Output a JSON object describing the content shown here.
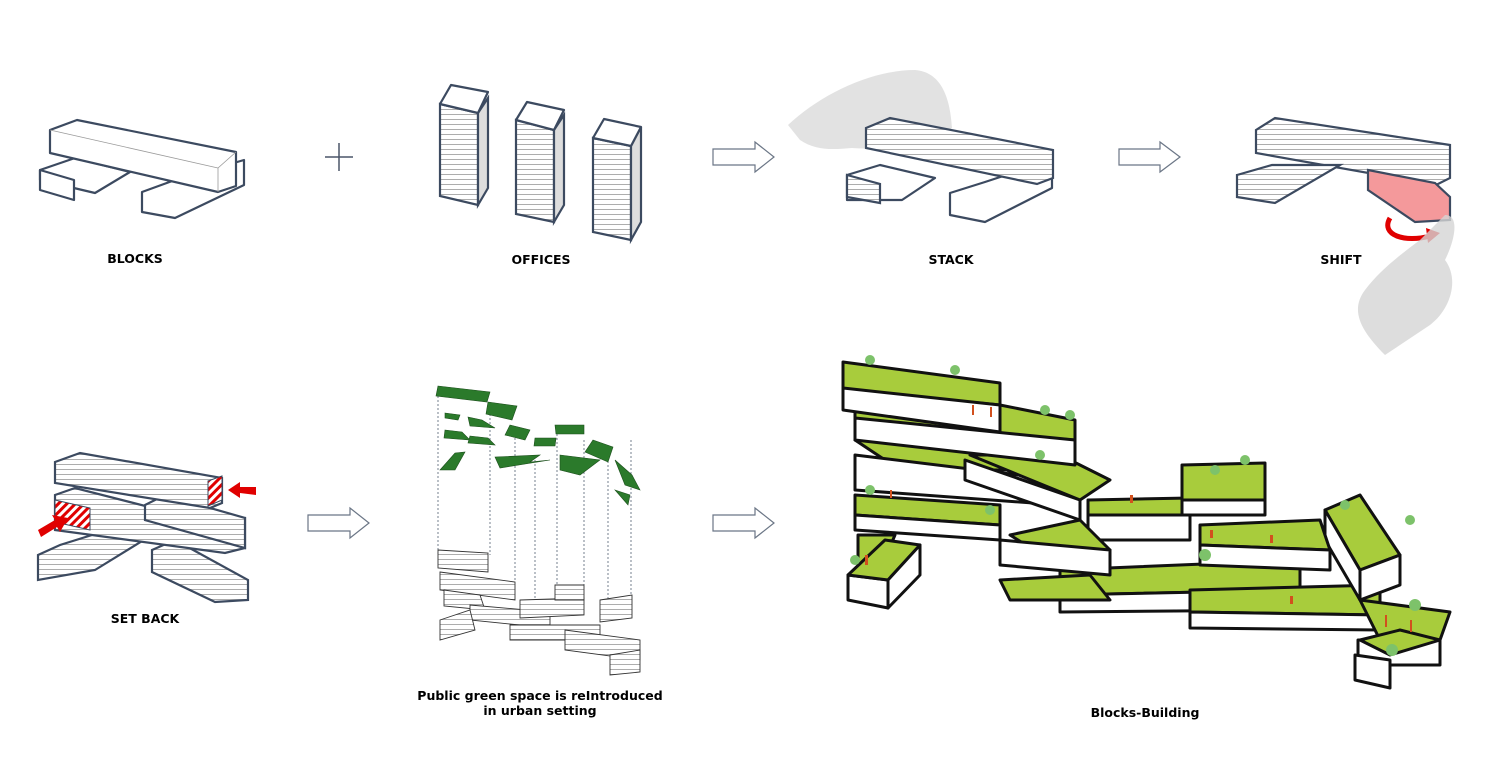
{
  "steps": {
    "blocks": "BLOCKS",
    "offices": "OFFICES",
    "stack": "STACK",
    "shift": "SHIFT",
    "setback": "SET BACK",
    "green": "Public green space is reIntroduced in urban setting",
    "final": "Blocks-Building"
  },
  "operators": {
    "plus": "plus-sign",
    "arrow": "outline-right-arrow"
  },
  "colors": {
    "outline": "#3c4a60",
    "shift_highlight": "#f4999b",
    "setback_hatch": "#e00000",
    "green_roof": "#a8cc3c",
    "green_plate": "#2b7a2b",
    "people": "#d2501e",
    "tree": "#7dc26a"
  }
}
